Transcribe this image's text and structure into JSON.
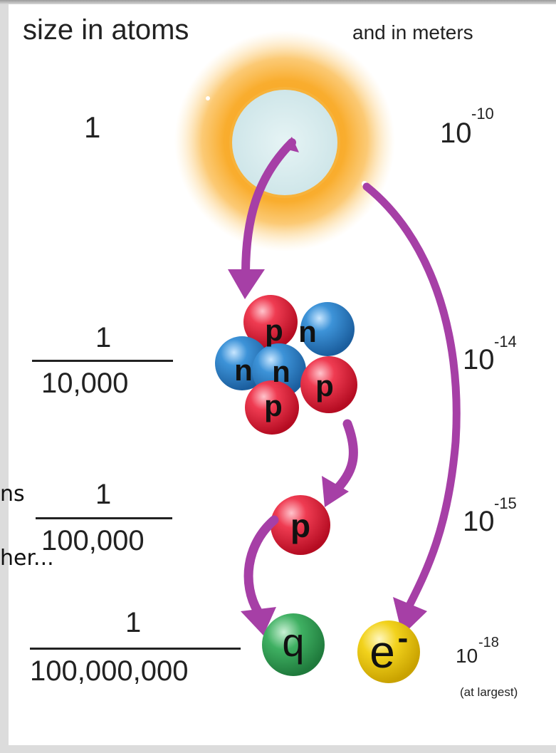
{
  "header": {
    "left_title": "size in atoms",
    "right_title": "and in meters"
  },
  "rows": [
    {
      "name": "atom",
      "size_atoms": "1",
      "meters_base": "10",
      "meters_exp": "-10"
    },
    {
      "name": "nucleus",
      "numerator": "1",
      "denominator": "10,000",
      "meters_base": "10",
      "meters_exp": "-14"
    },
    {
      "name": "proton",
      "numerator": "1",
      "denominator": "100,000",
      "meters_base": "10",
      "meters_exp": "-15"
    },
    {
      "name": "quark-electron",
      "numerator": "1",
      "denominator": "100,000,000",
      "meters_base": "10",
      "meters_exp": "-18",
      "meters_note": "(at largest)"
    }
  ],
  "particles": {
    "nucleus_letters": [
      "p",
      "n",
      "n",
      "n",
      "p",
      "p"
    ],
    "proton_letter": "p",
    "quark_letter": "q",
    "electron_letter": "e",
    "electron_sup": "-"
  },
  "overflow_text": {
    "line1": "ns",
    "line2": "her..."
  },
  "colors": {
    "arrow": "#a63fa6",
    "proton": "#d9182f",
    "neutron": "#2c7ec4",
    "quark": "#2e9a4f",
    "electron": "#e8c40b",
    "cloud": "#f8b23a",
    "nucleus_core": "#d8ecee"
  }
}
